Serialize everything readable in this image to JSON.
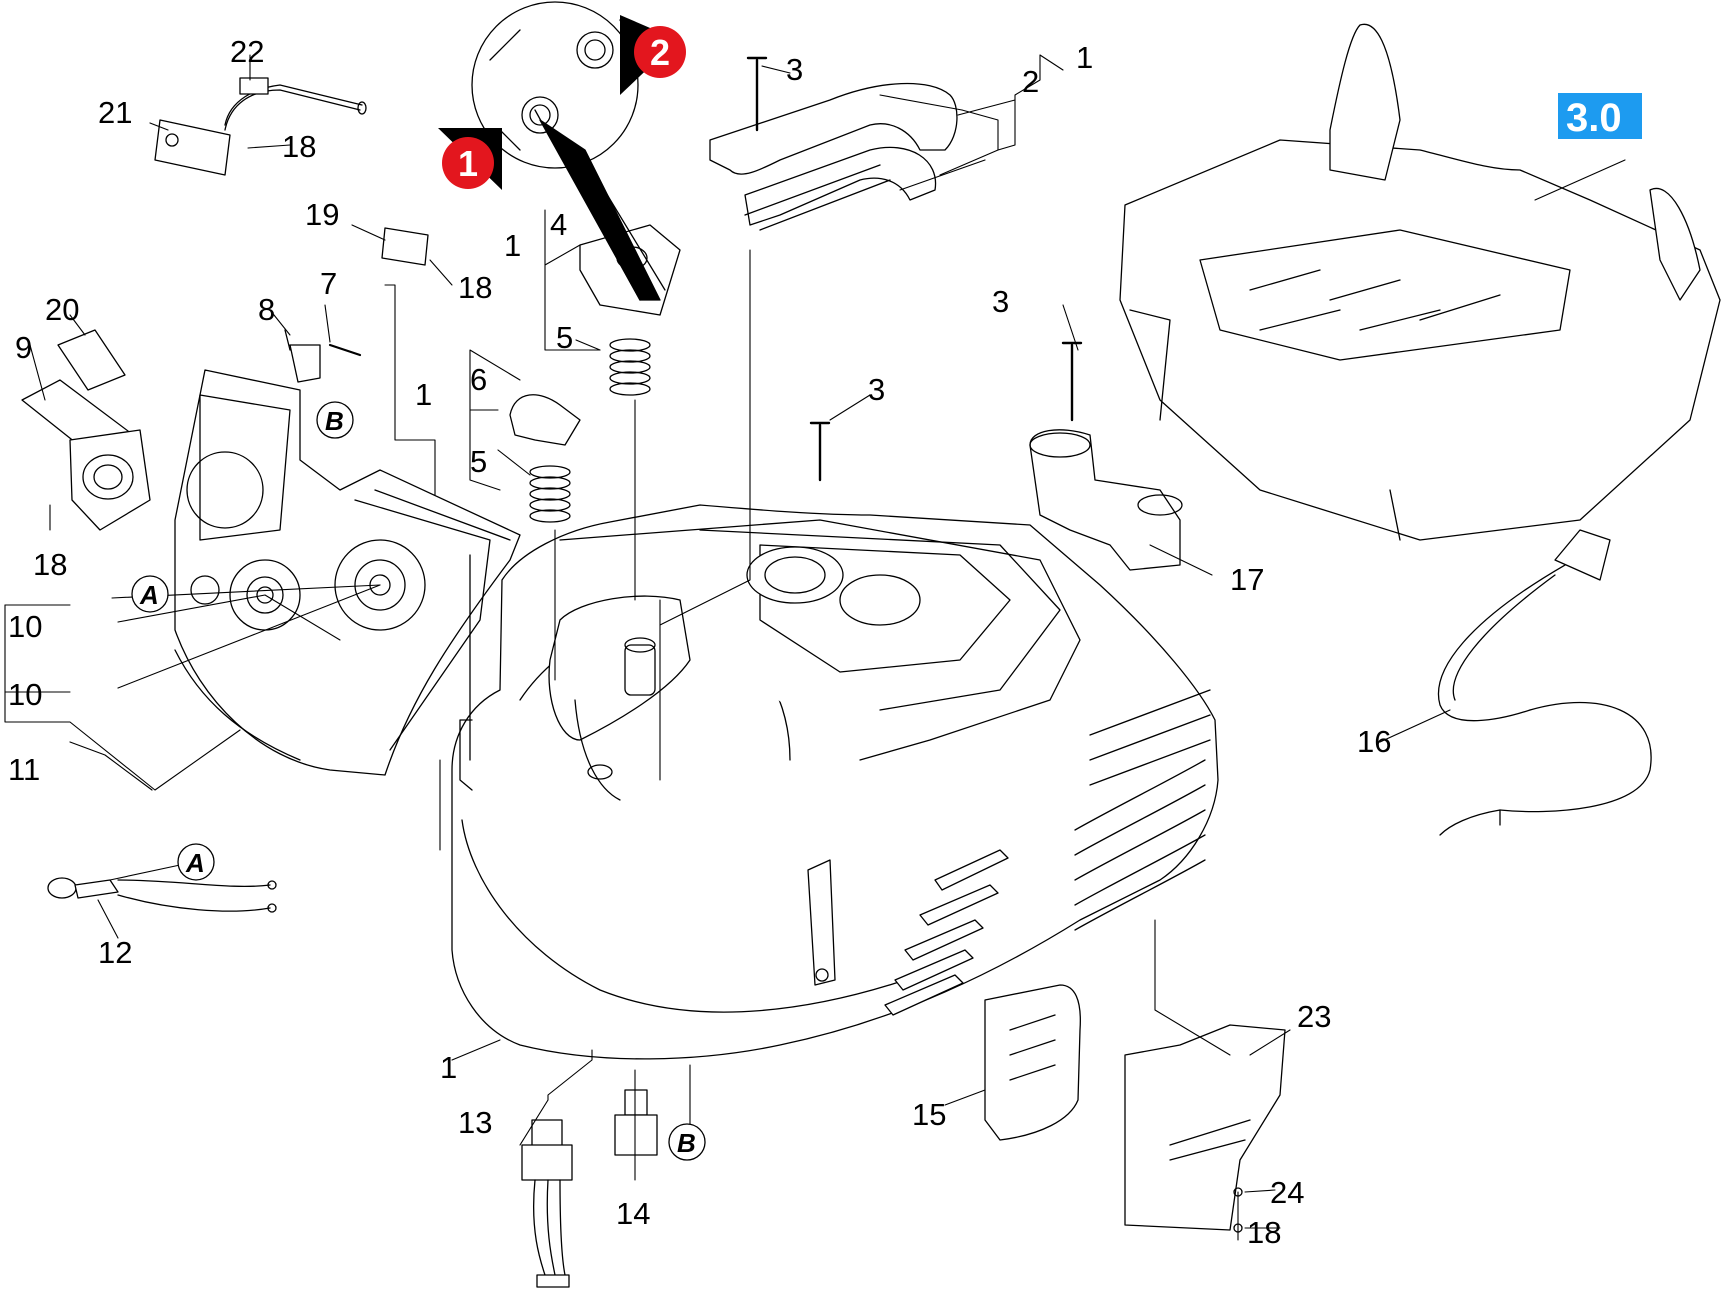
{
  "labels": {
    "p1a": "1",
    "p1b": "1",
    "p1c": "1",
    "p1d": "1",
    "p2": "2",
    "p3a": "3",
    "p3b": "3",
    "p3c": "3",
    "p4": "4",
    "p5a": "5",
    "p5b": "5",
    "p6": "6",
    "p7": "7",
    "p8": "8",
    "p9": "9",
    "p10a": "10",
    "p10b": "10",
    "p11": "11",
    "p12": "12",
    "p13": "13",
    "p14": "14",
    "p15": "15",
    "p16": "16",
    "p17": "17",
    "p18a": "18",
    "p18b": "18",
    "p18c": "18",
    "p18d": "18",
    "p19": "19",
    "p20": "20",
    "p21": "21",
    "p22": "22",
    "p23": "23",
    "p24": "24"
  },
  "connectors": {
    "a1": "A",
    "a2": "A",
    "b1": "B",
    "b2": "B"
  },
  "callouts": {
    "c1": "1",
    "c2": "2"
  },
  "group_badge": "3.0",
  "colors": {
    "callout_red": "#e3161e",
    "badge_blue": "#1d9bf0",
    "line": "#000000",
    "fill": "#ffffff"
  }
}
